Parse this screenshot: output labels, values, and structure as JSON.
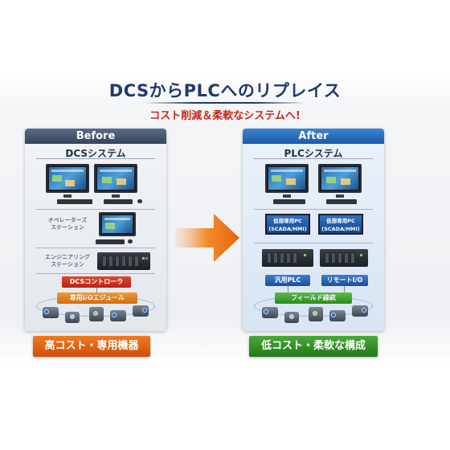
{
  "header": {
    "title": "DCSからPLCへのリプレイス",
    "subtitle": "コスト削減＆柔軟なシステムへ!"
  },
  "before": {
    "head": "Before",
    "system_title": "DCSシステム",
    "operator_station": "オペレーターズ\nステーション",
    "engineering_station": "エンジニアリング\nステーション",
    "controller": "DCSコントローラ",
    "io_module": "専用I/Oエジュール",
    "badge": "高コスト・専用機器"
  },
  "after": {
    "head": "After",
    "system_title": "PLCシステム",
    "pc_left": "仮想専用PC\n(SCADA/HMI)",
    "pc_right": "仮想専用PC\n(SCADA/HMI)",
    "plc": "汎用PLC",
    "remote_io": "リモートI/O",
    "field_network": "フィールド線統",
    "badge": "低コスト・柔軟な構成"
  },
  "colors": {
    "title": "#1f3b6e",
    "subtitle": "#c8281c",
    "before_head": "#34445e",
    "after_head": "#1a5aa6",
    "arrow": "#f07a20",
    "badge_before": "#e0601a",
    "badge_after": "#3a9a2a"
  },
  "icons": [
    "monitor-icon",
    "keyboard-icon",
    "rack-icon",
    "sensor-icon",
    "arrow-right-icon"
  ]
}
